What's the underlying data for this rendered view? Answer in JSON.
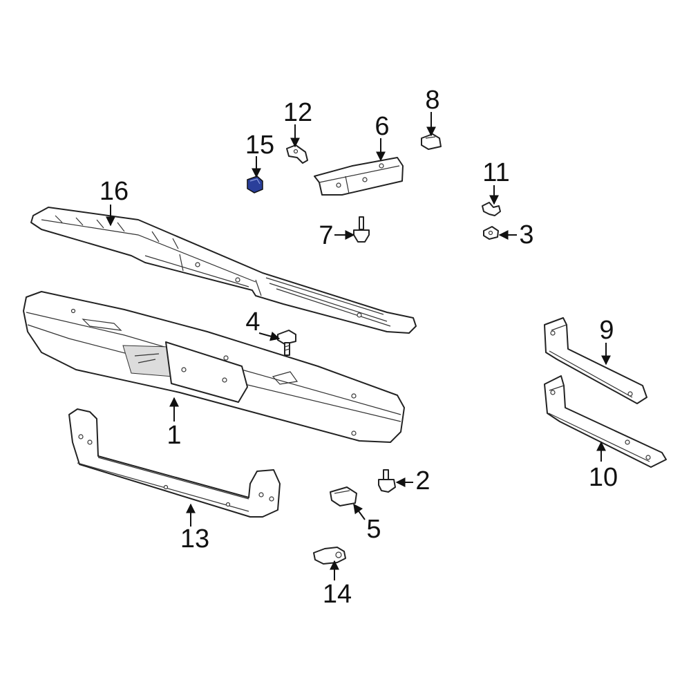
{
  "callouts": [
    {
      "id": "1",
      "text": "1"
    },
    {
      "id": "2",
      "text": "2"
    },
    {
      "id": "3",
      "text": "3"
    },
    {
      "id": "4",
      "text": "4"
    },
    {
      "id": "5",
      "text": "5"
    },
    {
      "id": "6",
      "text": "6"
    },
    {
      "id": "7",
      "text": "7"
    },
    {
      "id": "8",
      "text": "8"
    },
    {
      "id": "9",
      "text": "9"
    },
    {
      "id": "10",
      "text": "10"
    },
    {
      "id": "11",
      "text": "11"
    },
    {
      "id": "12",
      "text": "12"
    },
    {
      "id": "13",
      "text": "13"
    },
    {
      "id": "14",
      "text": "14"
    },
    {
      "id": "15",
      "text": "15"
    },
    {
      "id": "16",
      "text": "16"
    }
  ],
  "colors": {
    "line": "#222222",
    "highlight_part": "#2a3f9a"
  },
  "highlighted_part": "15"
}
